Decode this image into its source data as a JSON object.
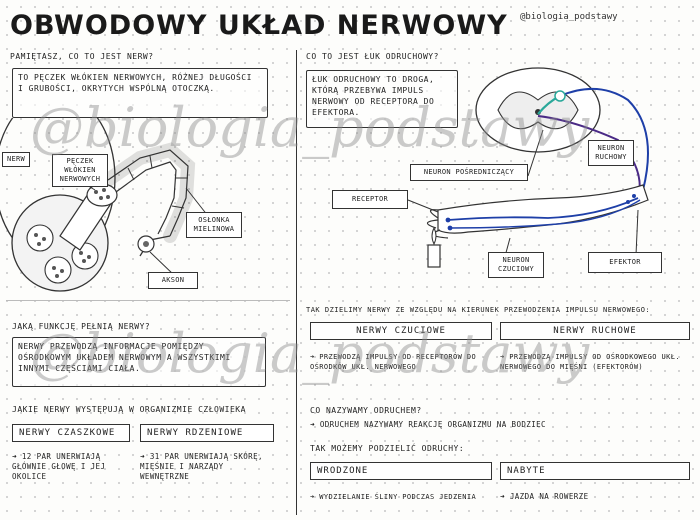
{
  "title": "OBWODOWY UKŁAD NERWOWY",
  "tag": "@biologia_podstawy",
  "section1": {
    "question": "PAMIĘTASZ, CO TO JEST NERW?",
    "answer": "TO PĘCZEK WŁÓKIEN NERWOWYCH, RÓŻNEJ DŁUGOŚCI I GRUBOŚCI, OKRYTYCH WSPÓLNĄ OTOCZKĄ.",
    "labels": {
      "nerw": "NERW",
      "peczek": "PĘCZEK WŁÓKIEN NERWOWYCH",
      "oslonka": "OSŁONKA MIELINOWA",
      "akson": "AKSON"
    }
  },
  "section2": {
    "question": "CO TO JEST ŁUK ODRUCHOWY?",
    "answer": "ŁUK ODRUCHOWY TO DROGA, KTÓRĄ PRZEBYWA IMPULS NERWOWY OD RECEPTORA DO EFEKTORA.",
    "labels": {
      "posredniczacy": "NEURON POŚREDNICZĄCY",
      "ruchowy": "NEURON RUCHOWY",
      "receptor": "RECEPTOR",
      "czuciowy": "NEURON CZUCIOWY",
      "efektor": "EFEKTOR"
    }
  },
  "section3": {
    "question": "JAKĄ FUNKCJĘ PEŁNIĄ NERWY?",
    "answer": "NERWY PRZEWODZĄ INFORMACJE POMIĘDZY OŚRODKOWYM UKŁADEM NERWOWYM A WSZYSTKIMI INNYMI CZĘŚCIAMI CIAŁA."
  },
  "section4": {
    "question": "TAK DZIELIMY NERWY ZE WZGLĘDU NA KIERUNEK PRZEWODZENIA IMPULSU NERWOWEGO:",
    "czuciowe": {
      "title": "NERWY CZUCIOWE",
      "note": "PRZEWODZĄ IMPULSY OD RECEPTORÓW DO OŚRODKÓW UKŁ. NERWOWEGO"
    },
    "ruchowe": {
      "title": "NERWY RUCHOWE",
      "note": "PRZEWODZĄ IMPULSY OD OŚRODKOWEGO UKŁ. NERWOWEGO DO MIĘŚNI (EFEKTORÓW)"
    }
  },
  "section5": {
    "question": "JAKIE NERWY WYSTĘPUJĄ W ORGANIZMIE CZŁOWIEKA",
    "czaszkowe": {
      "title": "NERWY CZASZKOWE",
      "note": "12 PAR UNERWIAJĄ GŁÓWNIE GŁOWĘ I JEJ OKOLICE"
    },
    "rdzeniowe": {
      "title": "NERWY RDZENIOWE",
      "note": "31 PAR UNERWIAJĄ SKÓRĘ, MIĘŚNIE I NARZĄDY WEWNĘTRZNE"
    }
  },
  "section6": {
    "question": "CO NAZYWAMY ODRUCHEM?",
    "answer": "ODRUCHEM NAZYWAMY REAKCJĘ ORGANIZMU NA BODZIEC",
    "question2": "TAK MOŻEMY PODZIELIĆ ODRUCHY:",
    "wrodzone": {
      "title": "WRODZONE",
      "note": "WYDZIELANIE ŚLINY PODCZAS JEDZENIA"
    },
    "nabyte": {
      "title": "NABYTE",
      "note": "JAZDA NA ROWERZE"
    }
  },
  "watermark": "@biologia_podstawy",
  "colors": {
    "nerve_blue": "#1e3fa8",
    "nerve_purple": "#4a2a86",
    "teal": "#2aa89a"
  }
}
